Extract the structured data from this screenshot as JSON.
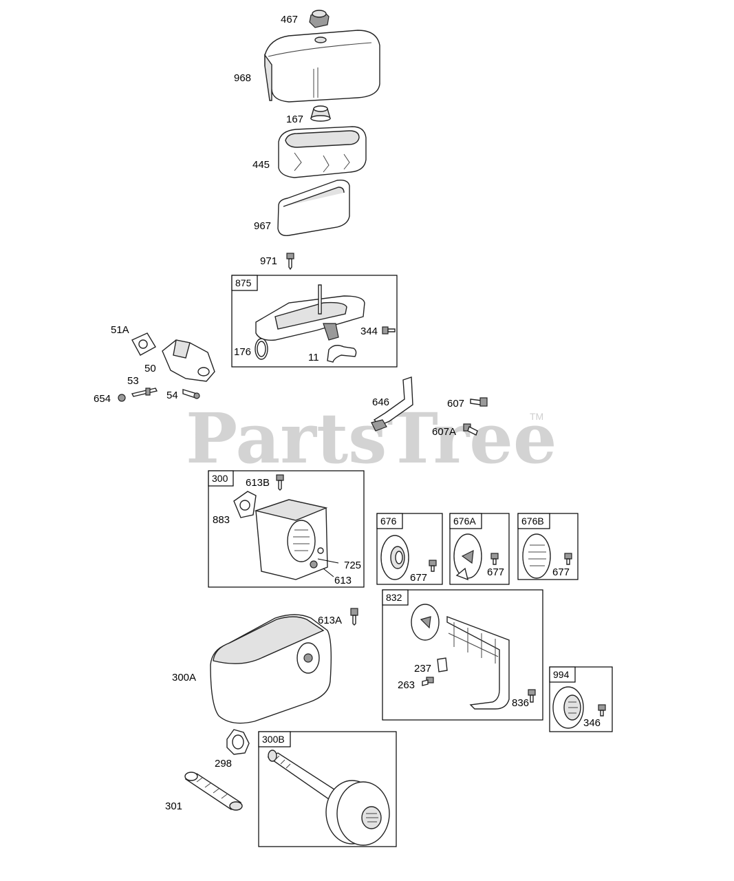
{
  "watermark": {
    "text": "PartsTree",
    "trademark": "TM"
  },
  "callouts": {
    "p467": "467",
    "p968": "968",
    "p167": "167",
    "p445": "445",
    "p967": "967",
    "p971": "971",
    "p51a": "51A",
    "p50": "50",
    "p53": "53",
    "p654": "654",
    "p54": "54",
    "p176": "176",
    "p11": "11",
    "p344": "344",
    "p646": "646",
    "p607": "607",
    "p607a": "607A",
    "p613b": "613B",
    "p883": "883",
    "p725": "725",
    "p613": "613",
    "p677a": "677",
    "p677b": "677",
    "p677c": "677",
    "p613a": "613A",
    "p300a": "300A",
    "p237": "237",
    "p263": "263",
    "p836": "836",
    "p346": "346",
    "p298": "298",
    "p301": "301"
  },
  "boxes": {
    "b875": "875",
    "b300": "300",
    "b676": "676",
    "b676a": "676A",
    "b676b": "676B",
    "b832": "832",
    "b994": "994",
    "b300b": "300B"
  }
}
